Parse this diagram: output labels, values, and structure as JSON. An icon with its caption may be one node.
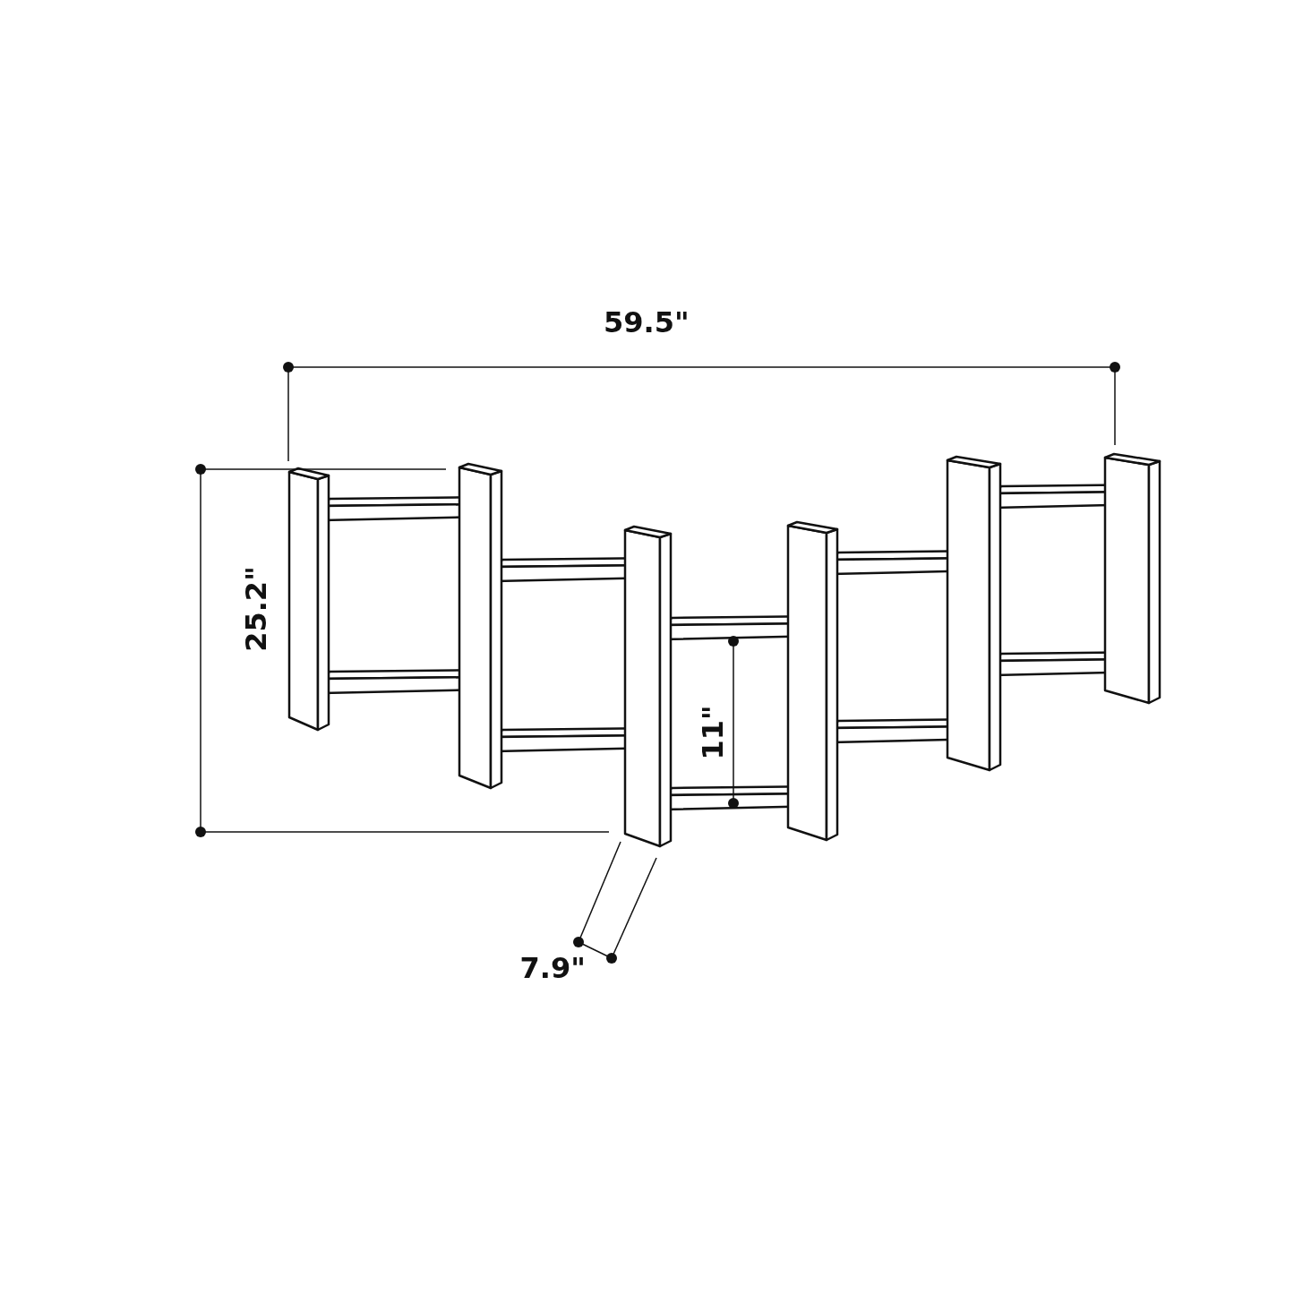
{
  "diagram": {
    "labels": [
      "59.5\"",
      "25.2\"",
      "11\"",
      "7.9\""
    ]
  }
}
